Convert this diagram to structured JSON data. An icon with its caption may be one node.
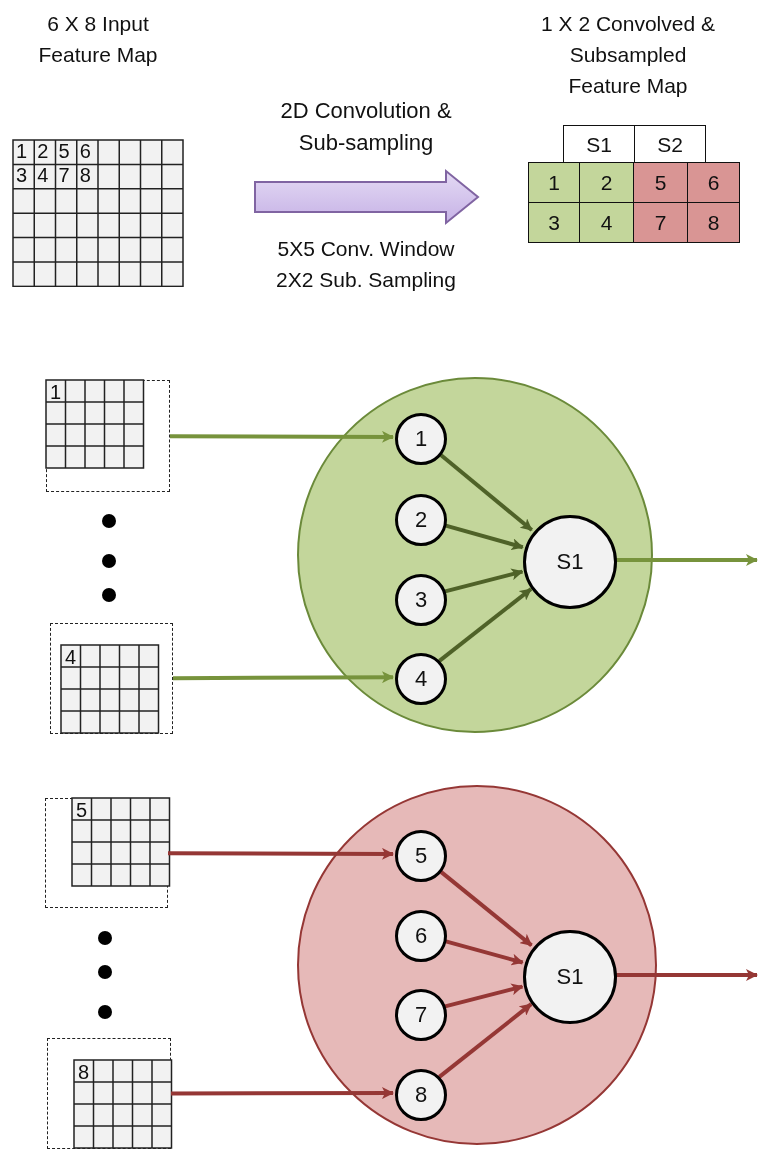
{
  "diagram": {
    "nodes": [
      {
        "text": [
          "6 X 8 Input Feature Map"
        ]
      },
      {
        "text": [
          "1 X 2 Convolved & Subsampled Feature Map"
        ]
      },
      {
        "text": [
          "1"
        ]
      },
      {
        "text": [],
        "shape": "circle"
      },
      {
        "text": [
          "1"
        ],
        "in": 3
      },
      {
        "text": [
          "2"
        ],
        "in": 3
      },
      {
        "text": [
          "3"
        ],
        "in": 3
      },
      {
        "text": [
          "4"
        ],
        "in": 3
      },
      {
        "text": [
          "S1"
        ],
        "in": 3
      },
      {
        "text": [
          "4"
        ]
      },
      {
        "text": [
          "5"
        ]
      },
      {
        "text": [],
        "shape": "circle"
      },
      {
        "text": [
          "5"
        ],
        "in": 11
      },
      {
        "text": [
          "6"
        ],
        "in": 11
      },
      {
        "text": [
          "7"
        ],
        "in": 11
      },
      {
        "text": [
          "8"
        ],
        "in": 11
      },
      {
        "text": [
          "S1"
        ],
        "in": 11
      },
      {
        "text": [
          "8"
        ]
      }
    ],
    "edges": [
      {
        "from": 0,
        "to": 1,
        "arrow": "to",
        "label": "2D Convolution & Sub-sampling",
        "style": "thick",
        "color": "#c9b6e8"
      },
      {
        "from": 2,
        "to": 4,
        "arrow": "to",
        "color": "#77933c"
      },
      {
        "from": 9,
        "to": 7,
        "arrow": "to",
        "color": "#77933c"
      },
      {
        "from": 4,
        "to": 8,
        "arrow": "to",
        "color": "#4f6228"
      },
      {
        "from": 5,
        "to": 8,
        "arrow": "to",
        "color": "#4f6228"
      },
      {
        "from": 6,
        "to": 8,
        "arrow": "to",
        "color": "#4f6228"
      },
      {
        "from": 7,
        "to": 8,
        "arrow": "to",
        "color": "#4f6228"
      },
      {
        "from": 8,
        "to": null,
        "arrow": "to",
        "color": "#77933c"
      },
      {
        "from": 10,
        "to": 12,
        "arrow": "to",
        "color": "#953735"
      },
      {
        "from": 17,
        "to": 15,
        "arrow": "to",
        "color": "#953735"
      },
      {
        "from": 12,
        "to": 16,
        "arrow": "to",
        "color": "#953735"
      },
      {
        "from": 13,
        "to": 16,
        "arrow": "to",
        "color": "#953735"
      },
      {
        "from": 14,
        "to": 16,
        "arrow": "to",
        "color": "#953735"
      },
      {
        "from": 15,
        "to": 16,
        "arrow": "to",
        "color": "#953735"
      },
      {
        "from": 16,
        "to": null,
        "arrow": "to",
        "color": "#953735"
      }
    ],
    "labels": [
      "1",
      "2",
      "5",
      "6",
      "3",
      "4",
      "7",
      "8",
      "5X5 Conv. Window 2X2 Sub. Sampling",
      "S1",
      "S2",
      "1",
      "2",
      "5",
      "6",
      "3",
      "4",
      "7",
      "8"
    ]
  }
}
